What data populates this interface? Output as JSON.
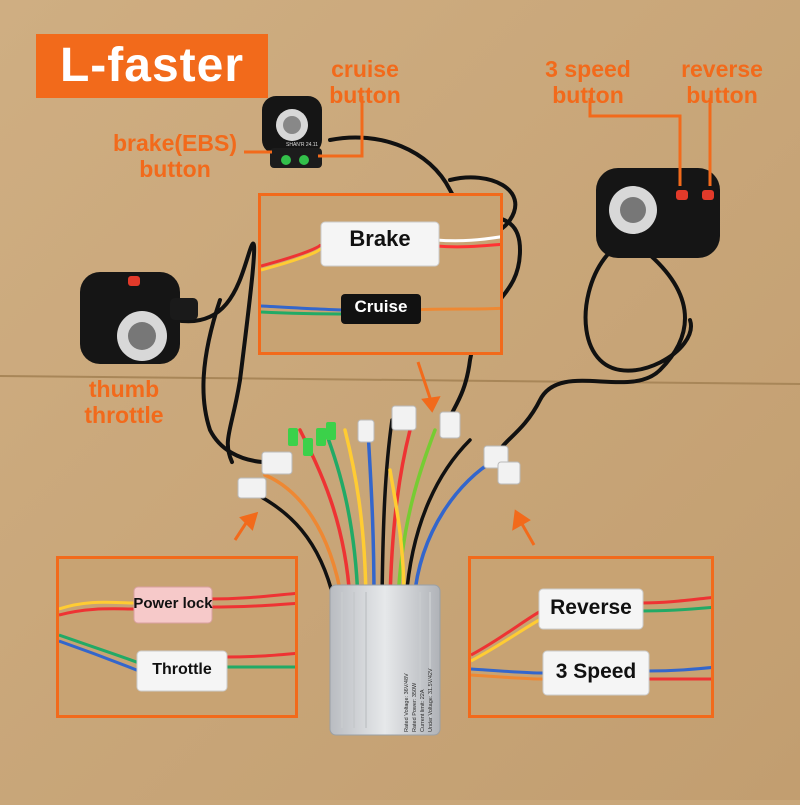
{
  "brand": {
    "text": "L-faster",
    "color": "#f26a1b"
  },
  "callouts": {
    "cruise": "cruise\nbutton",
    "brake": "brake(EBS)\nbutton",
    "three_speed": "3 speed\nbutton",
    "reverse": "reverse\nbutton",
    "thumb_throttle": "thumb\nthrottle"
  },
  "insets": {
    "top": {
      "brake_label": "Brake",
      "cruise_label": "Cruise"
    },
    "left": {
      "power_lock_label": "Power lock",
      "throttle_label": "Throttle"
    },
    "right": {
      "reverse_label": "Reverse",
      "speed_label": "3 Speed"
    }
  },
  "controller": {
    "label_lines": [
      "Rated Voltage: 36V/48V",
      "Rated Power: 350W",
      "Current limit: 22A",
      "Under Voltage: 31.5V/42V"
    ]
  },
  "switch_text": "SHAN'R 24.11",
  "colors": {
    "accent": "#f26a1b",
    "cardboard": "#c9a77a",
    "cable": "#111111"
  }
}
